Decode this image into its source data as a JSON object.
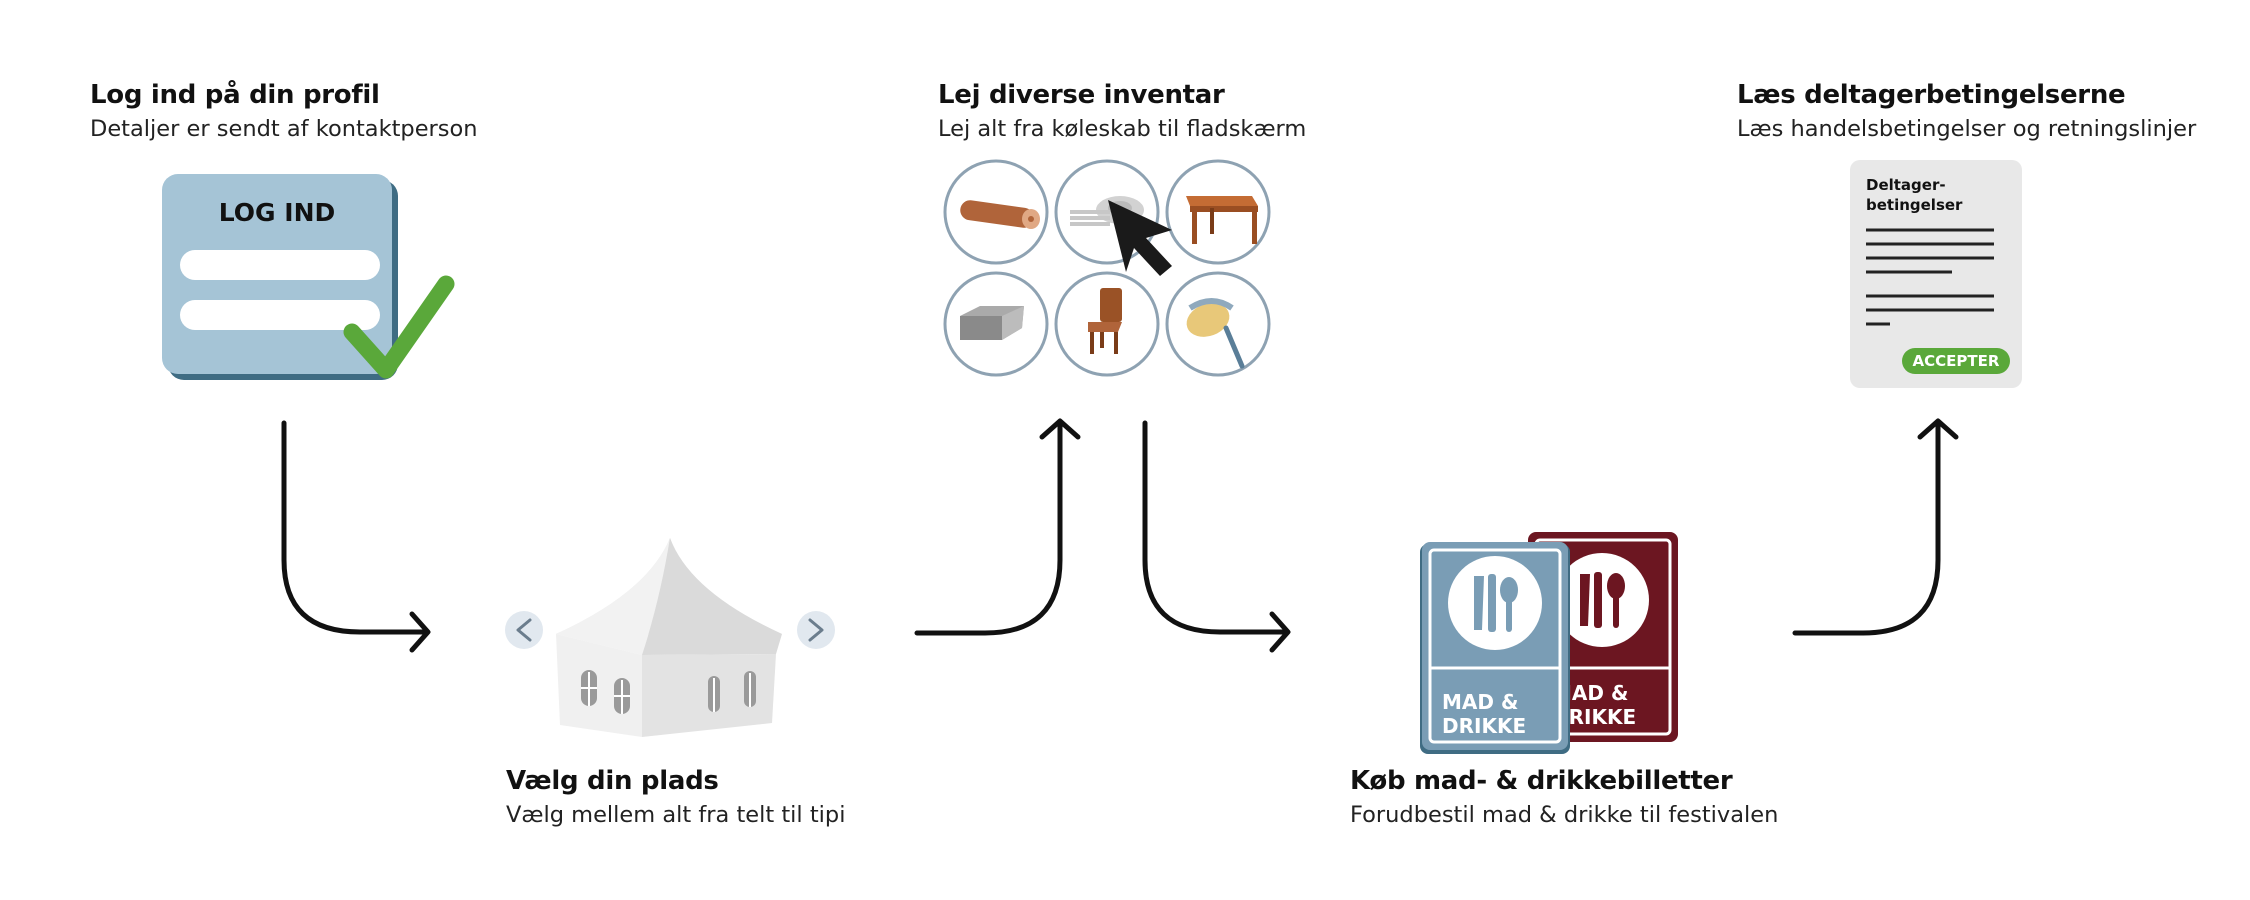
{
  "steps": [
    {
      "title": "Log ind på din profil",
      "subtitle": "Detaljer er sendt af kontaktperson"
    },
    {
      "title": "Vælg din plads",
      "subtitle": "Vælg mellem alt fra telt til tipi"
    },
    {
      "title": "Lej diverse inventar",
      "subtitle": "Lej alt fra køleskab til fladskærm"
    },
    {
      "title": "Køb mad- & drikkebilletter",
      "subtitle": "Forudbestil mad & drikke til festivalen"
    },
    {
      "title": "Læs deltagerbetingelserne",
      "subtitle": "Læs handelsbetingelser og retningslinjer"
    }
  ],
  "login_card": {
    "title": "LOG IND"
  },
  "tent_nav": {
    "prev": "<",
    "next": ">"
  },
  "tickets": {
    "front_line1": "MAD &",
    "front_line2": "DRIKKE",
    "back_line1": "MAD &",
    "back_line2": "DRIKKE"
  },
  "terms_doc": {
    "title_line1": "Deltager-",
    "title_line2": "betingelser",
    "accept": "ACCEPTER"
  },
  "colors": {
    "card_blue": "#a5c4d6",
    "card_shadow": "#3f6c83",
    "check_green": "#5aa83a",
    "ticket_blue": "#7a9db5",
    "ticket_red": "#6c1621",
    "circle_stroke": "#8ea2b2",
    "doc_grey": "#e8e8e8"
  }
}
